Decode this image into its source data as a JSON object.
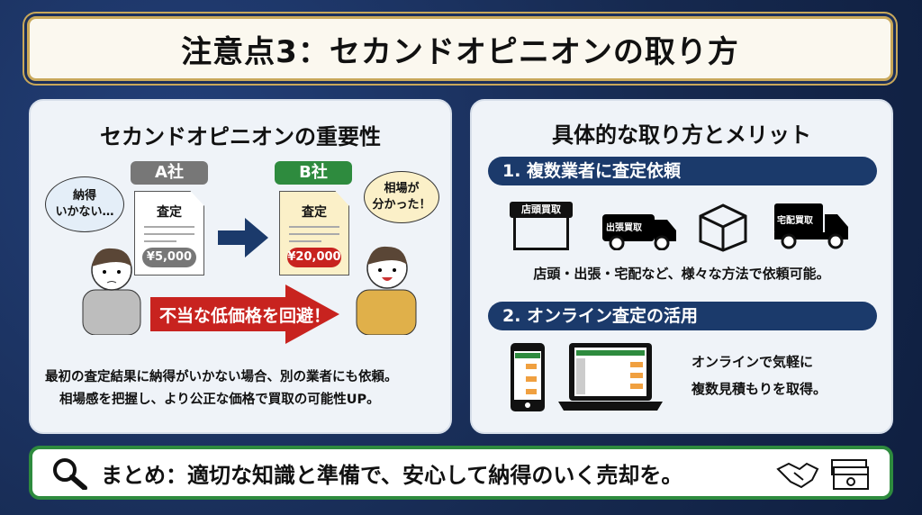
{
  "title": "注意点3：セカンドオピニオンの取り方",
  "left": {
    "heading": "セカンドオピニオンの重要性",
    "company_a": "A社",
    "company_b": "B社",
    "doc_label": "査定",
    "price_a": "¥5,000",
    "price_b": "¥20,000",
    "bubble_left": "納得\nいかない…",
    "bubble_right": "相場が\n分かった！",
    "arrow_text": "不当な低価格を回避！",
    "body_line1": "最初の査定結果に納得がいかない場合、別の業者にも依頼。",
    "body_line2": "相場感を把握し、より公正な価格で買取の可能性UP。"
  },
  "right": {
    "heading": "具体的な取り方とメリット",
    "step1": "1. 複数業者に査定依頼",
    "icons": {
      "store": "店頭買取",
      "visit": "出張買取",
      "delivery": "宅配買取"
    },
    "step1_text": "店頭・出張・宅配など、様々な方法で依頼可能。",
    "step2": "2. オンライン査定の活用",
    "step2_line1": "オンラインで気軽に",
    "step2_line2": "複数見積もりを取得。"
  },
  "summary": "まとめ：適切な知識と準備で、安心して納得のいく売却を。",
  "colors": {
    "navy": "#1b3a6b",
    "green": "#2e8b3e",
    "red": "#c8231f",
    "gold": "#c9a85a"
  }
}
